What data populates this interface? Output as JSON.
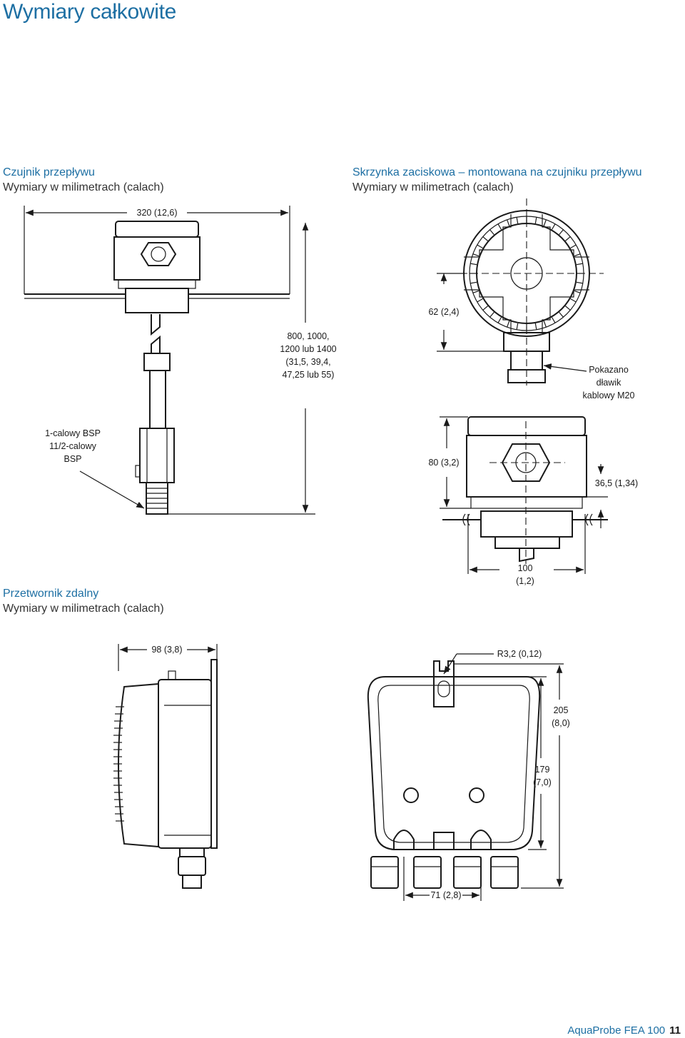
{
  "page": {
    "title": "Wymiary całkowite"
  },
  "sections": {
    "flow_sensor": {
      "title": "Czujnik przepływu",
      "subtitle": "Wymiary w milimetrach (calach)"
    },
    "terminal_box": {
      "title": "Skrzynka zaciskowa – montowana na czujniku przepływu",
      "subtitle": "Wymiary w milimetrach (calach)"
    },
    "remote_transmitter": {
      "title": "Przetwornik zdalny",
      "subtitle": "Wymiary w milimetrach (calach)"
    }
  },
  "dimensions": {
    "width_320": "320 (12,6)",
    "lengths_line1": "800, 1000,",
    "lengths_line2": "1200 lub 1400",
    "lengths_line3": "(31,5, 39,4,",
    "lengths_line4": "47,25 lub 55)",
    "thread_line1": "1-calowy BSP",
    "thread_line2": "11/2-calowy",
    "thread_line3": "BSP",
    "h_62": "62 (2,4)",
    "gland_line1": "Pokazano",
    "gland_line2": "dławik",
    "gland_line3": "kablowy M20",
    "h_80": "80 (3,2)",
    "h_36": "36,5 (1,34)",
    "w_100_line1": "100",
    "w_100_line2": "(1,2)",
    "w_98": "98 (3,8)",
    "radius": "R3,2 (0,12)",
    "h_205_line1": "205",
    "h_205_line2": "(8,0)",
    "h_179_line1": "179",
    "h_179_line2": "(7,0)",
    "w_71": "71 (2,8)"
  },
  "footer": {
    "product": "AquaProbe FEA 100",
    "page_number": "11"
  }
}
